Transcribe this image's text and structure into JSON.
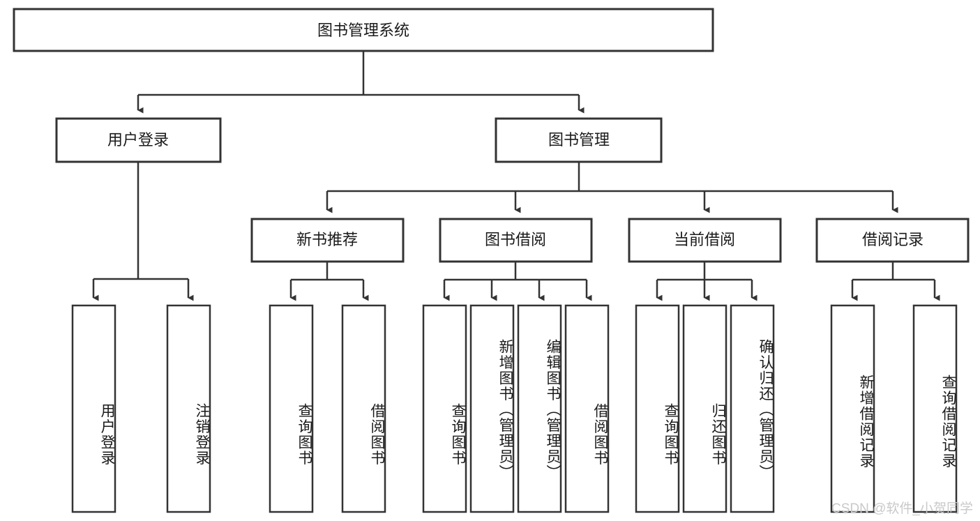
{
  "diagram": {
    "type": "hierarchy-tree",
    "title": "图书管理系统",
    "watermark": "CSDN @软件_小贺同学",
    "colors": {
      "box_stroke": "#333333",
      "box_fill": "#ffffff",
      "connector": "#333333",
      "text": "#1a1a1a",
      "watermark": "#c9c9c9",
      "background": "#ffffff"
    },
    "root": {
      "label": "图书管理系统"
    },
    "level2": [
      {
        "label": "用户登录"
      },
      {
        "label": "图书管理"
      }
    ],
    "level3": [
      {
        "label": "新书推荐"
      },
      {
        "label": "图书借阅"
      },
      {
        "label": "当前借阅"
      },
      {
        "label": "借阅记录"
      }
    ],
    "leaves": {
      "user_login": [
        {
          "label": "用户登录"
        },
        {
          "label": "注销登录"
        }
      ],
      "new_book_recommend": [
        {
          "label": "查询图书"
        },
        {
          "label": "借阅图书"
        }
      ],
      "book_borrow": [
        {
          "label": "查询图书"
        },
        {
          "label": "新增图书（管理员）"
        },
        {
          "label": "编辑图书（管理员）"
        },
        {
          "label": "借阅图书"
        }
      ],
      "current_borrow": [
        {
          "label": "查询图书"
        },
        {
          "label": "归还图书"
        },
        {
          "label": "确认归还（管理员）"
        }
      ],
      "borrow_record": [
        {
          "label": "新增借阅记录"
        },
        {
          "label": "查询借阅记录"
        }
      ]
    }
  }
}
